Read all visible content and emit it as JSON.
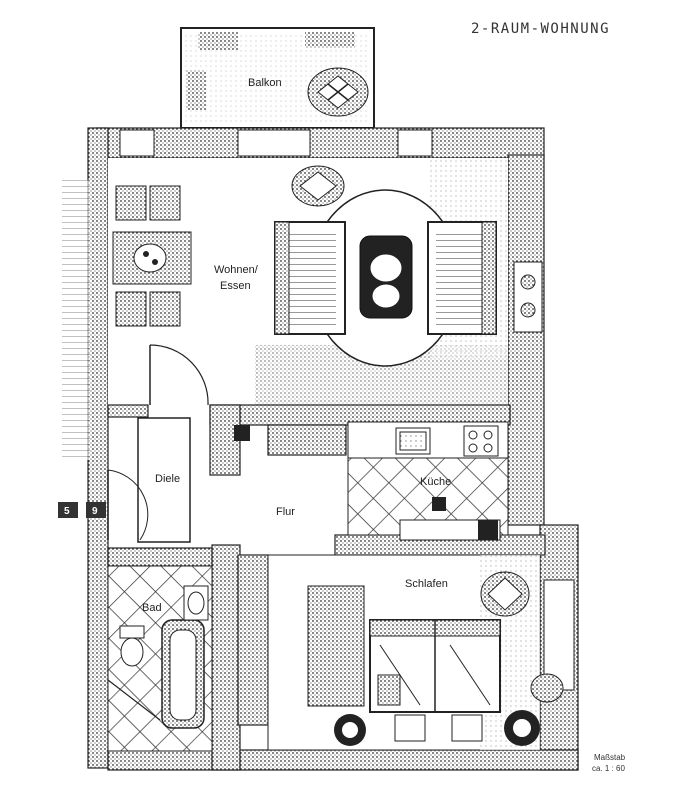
{
  "plan_title": "2-RAUM-WOHNUNG",
  "rooms": {
    "balkon": "Balkon",
    "wohnen": [
      "Wohnen/",
      "Essen"
    ],
    "diele": "Diele",
    "flur": "Flur",
    "kueche": "Küche",
    "bad": "Bad",
    "schlafen": "Schlafen"
  },
  "door_numbers": [
    "5",
    "9"
  ],
  "scale": [
    "Maßstab",
    "ca. 1 : 60"
  ],
  "colors": {
    "wall": "#3a3a3a",
    "halftone": "#7a7a7a",
    "paper": "#ffffff"
  }
}
